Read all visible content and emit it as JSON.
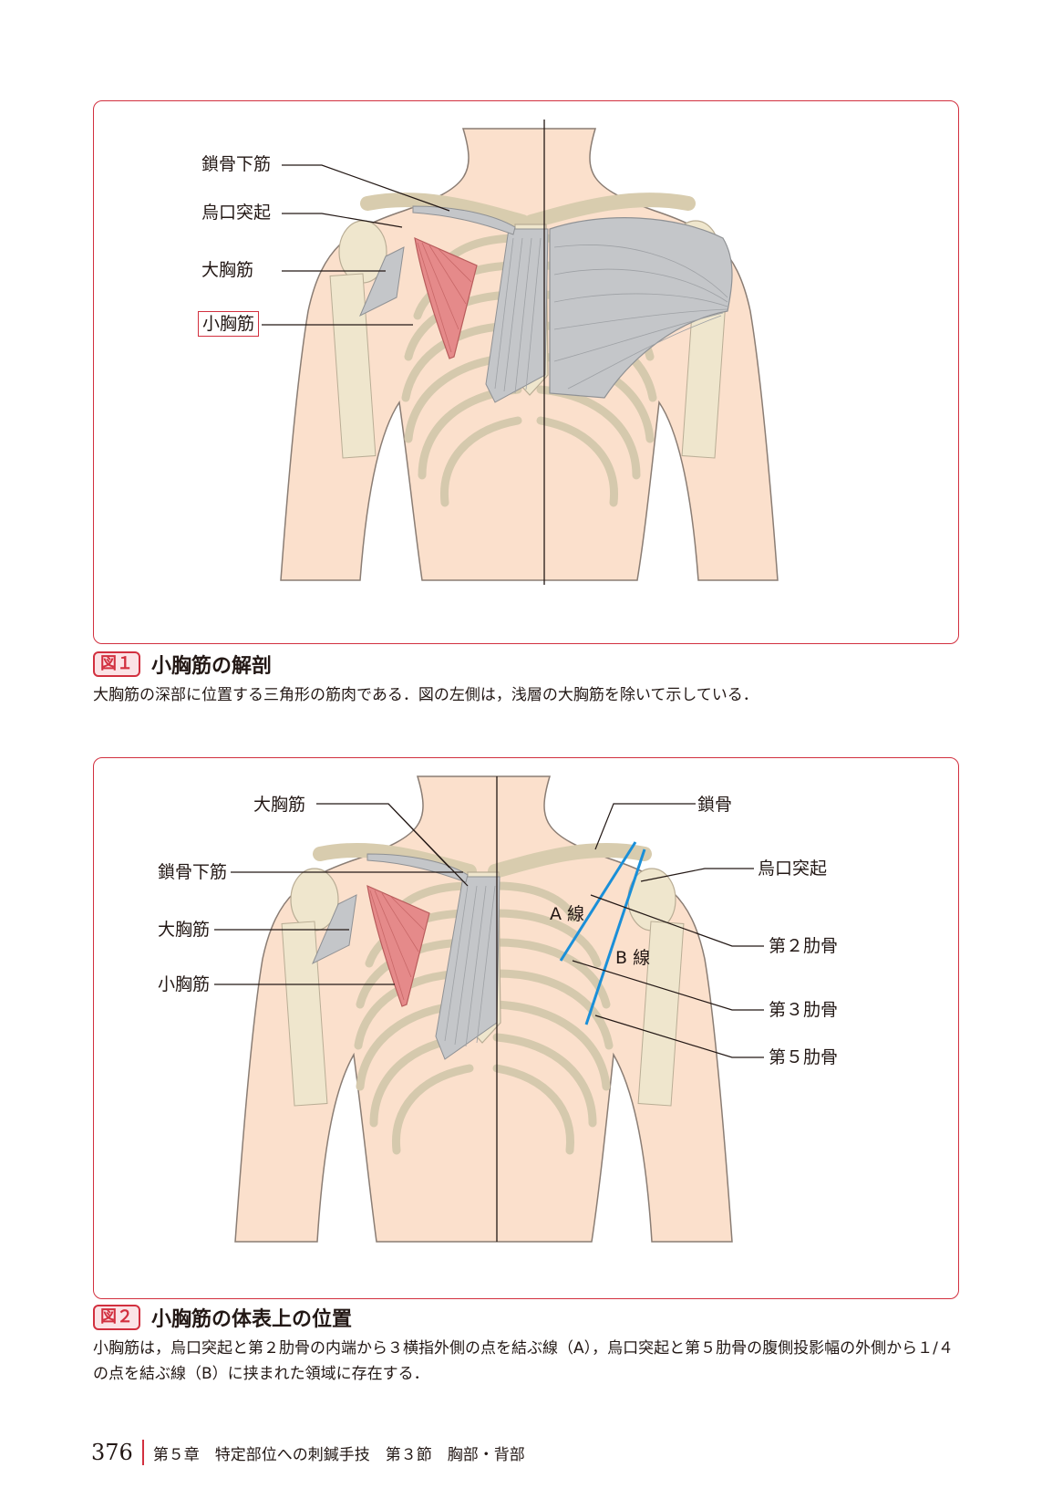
{
  "figure1": {
    "labels": {
      "subclavius": "鎖骨下筋",
      "coracoid": "烏口突起",
      "pec_major": "大胸筋",
      "pec_minor": "小胸筋"
    },
    "badge": "図１",
    "title": "小胸筋の解剖",
    "caption": "大胸筋の深部に位置する三角形の筋肉である．図の左側は，浅層の大胸筋を除いて示している．"
  },
  "figure2": {
    "labels": {
      "pec_major_top": "大胸筋",
      "subclavius": "鎖骨下筋",
      "pec_major": "大胸筋",
      "pec_minor": "小胸筋",
      "clavicle": "鎖骨",
      "coracoid": "烏口突起",
      "rib2": "第２肋骨",
      "rib3": "第３肋骨",
      "rib5": "第５肋骨",
      "line_a": "A 線",
      "line_b": "B 線"
    },
    "badge": "図２",
    "title": "小胸筋の体表上の位置",
    "caption": "小胸筋は，烏口突起と第２肋骨の内端から３横指外側の点を結ぶ線（A），烏口突起と第５肋骨の腹側投影幅の外側から１/４の点を結ぶ線（B）に挟まれた領域に存在する．"
  },
  "footer": {
    "page_number": "376",
    "running_head": "第５章　特定部位への刺鍼手技　第３節　胸部・背部"
  },
  "colors": {
    "accent": "#d2303f",
    "skin": "#fbe0cc",
    "bone": "#efe6cd",
    "muscle_red": "#e58a8a",
    "muscle_grey": "#c4c6c9",
    "line_blue": "#1a8fd8"
  }
}
